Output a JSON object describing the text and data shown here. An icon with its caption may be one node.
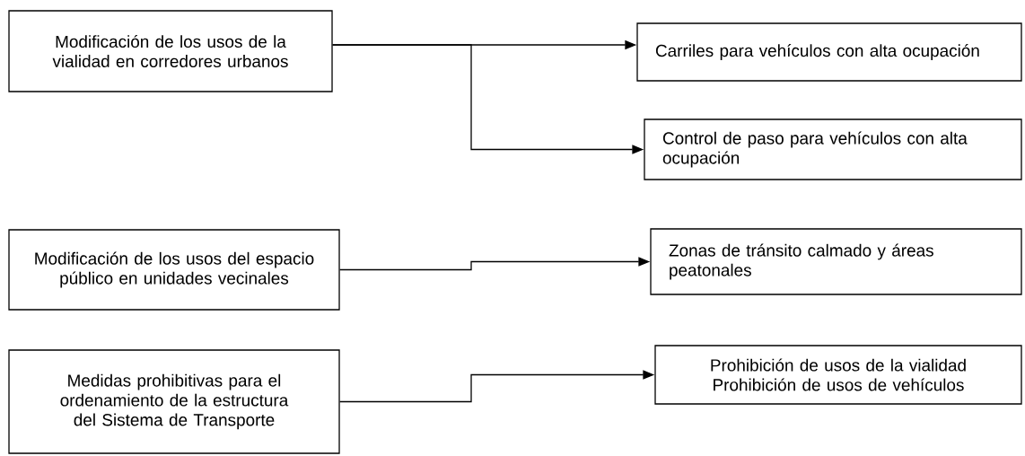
{
  "diagram": {
    "nodes": [
      {
        "text": [
          "Modificación de los usos de la vialidad en corredores urbanos"
        ]
      },
      {
        "text": [
          "Carriles para vehículos con alta ocupación"
        ]
      },
      {
        "text": [
          "Control de paso para vehículos con alta ocupación"
        ]
      },
      {
        "text": [
          "Modificación de los usos del espacio público en unidades vecinales"
        ]
      },
      {
        "text": [
          "Zonas de tránsito calmado y áreas peatonales"
        ]
      },
      {
        "text": [
          "Medidas prohibitivas para el ordenamiento de la estructura del Sistema de Transporte"
        ]
      },
      {
        "text": [
          "Prohibición de usos de la vialidad",
          "Prohibición de usos de vehículos"
        ]
      }
    ],
    "edges": [
      {
        "from": 0,
        "to": 1,
        "arrow": "to"
      },
      {
        "from": 0,
        "to": 2,
        "arrow": "to"
      },
      {
        "from": 3,
        "to": 4,
        "arrow": "to"
      },
      {
        "from": 5,
        "to": 6,
        "arrow": "to"
      }
    ]
  }
}
